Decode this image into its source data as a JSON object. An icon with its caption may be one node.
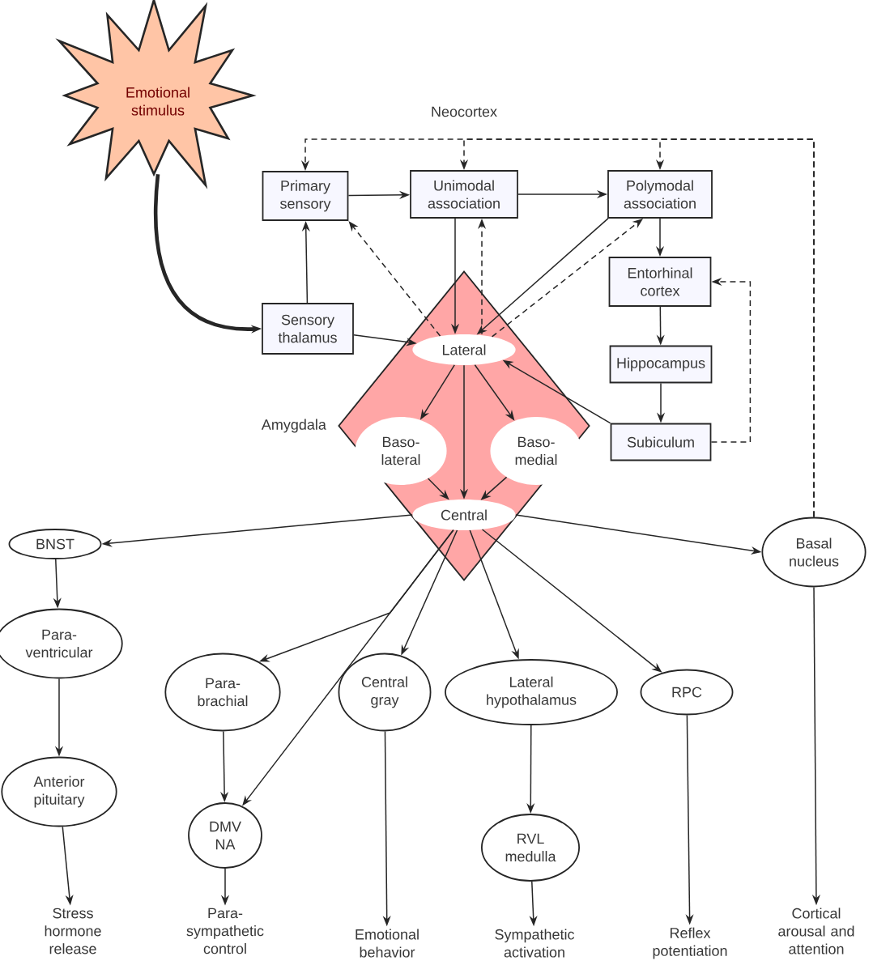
{
  "diagram": {
    "nodes": [
      {
        "text": [
          "Emotional stimulus"
        ]
      },
      {
        "text": [
          "Primary sensory"
        ]
      },
      {
        "text": [
          "Unimodal association"
        ]
      },
      {
        "text": [
          "Polymodal association"
        ]
      },
      {
        "text": [
          "Entorhinal cortex"
        ]
      },
      {
        "text": [
          "Sensory thalamus"
        ]
      },
      {
        "text": [
          "Hippocampus"
        ]
      },
      {
        "text": [
          "Amygdala"
        ]
      },
      {
        "text": [
          "Lateral"
        ],
        "in": 7
      },
      {
        "text": [
          "Baso- lateral"
        ],
        "in": 7
      },
      {
        "text": [
          "Baso- medial"
        ],
        "in": 7
      },
      {
        "text": [
          "Subiculum"
        ]
      },
      {
        "text": [
          "Central"
        ],
        "in": 7
      },
      {
        "text": [
          "BNST"
        ]
      },
      {
        "text": [
          "Basal nucleus"
        ]
      },
      {
        "text": [
          "Para- ventricular"
        ]
      },
      {
        "text": [
          "Para- brachial"
        ]
      },
      {
        "text": [
          "Central gray"
        ]
      },
      {
        "text": [
          "Lateral hypothalamus"
        ]
      },
      {
        "text": [
          "RPC"
        ]
      },
      {
        "text": [
          "Anterior pituitary"
        ]
      },
      {
        "text": [
          "DMV NA"
        ]
      },
      {
        "text": [
          "RVL medulla"
        ]
      },
      {
        "text": [
          "Stress hormone release"
        ]
      },
      {
        "text": [
          "Para- sympathetic control"
        ]
      },
      {
        "text": [
          "Emotional behavior"
        ]
      },
      {
        "text": [
          "Sympathetic activation"
        ]
      },
      {
        "text": [
          "Reflex potentiation"
        ]
      },
      {
        "text": [
          "Cortical arousal and attention"
        ]
      }
    ],
    "edges": [
      {
        "from": 0,
        "to": 5,
        "arrow": "to",
        "style": "thick"
      },
      {
        "from": 5,
        "to": 1,
        "arrow": "to"
      },
      {
        "from": 1,
        "to": 2,
        "arrow": "to"
      },
      {
        "from": 2,
        "to": 3,
        "arrow": "to"
      },
      {
        "from": 5,
        "to": 8,
        "arrow": "to"
      },
      {
        "from": 2,
        "to": 8,
        "arrow": "to"
      },
      {
        "from": 8,
        "to": 2,
        "arrow": "to",
        "style": "dashed"
      },
      {
        "from": 8,
        "to": 1,
        "arrow": "to",
        "style": "dashed"
      },
      {
        "from": 3,
        "to": 8,
        "arrow": "to"
      },
      {
        "from": 8,
        "to": 3,
        "arrow": "to",
        "style": "dashed"
      },
      {
        "from": 3,
        "to": 4,
        "arrow": "to"
      },
      {
        "from": 4,
        "to": 6,
        "arrow": "to"
      },
      {
        "from": 6,
        "to": 11,
        "arrow": "to"
      },
      {
        "from": 11,
        "to": 8,
        "arrow": "to"
      },
      {
        "from": 11,
        "to": 4,
        "arrow": "to",
        "style": "dashed"
      },
      {
        "from": 14,
        "to": 1,
        "arrow": "to",
        "style": "dashed"
      },
      {
        "from": 14,
        "to": 2,
        "arrow": "to",
        "style": "dashed"
      },
      {
        "from": 14,
        "to": 3,
        "arrow": "to",
        "style": "dashed"
      },
      {
        "from": 8,
        "to": 9,
        "arrow": "to"
      },
      {
        "from": 8,
        "to": 12,
        "arrow": "to"
      },
      {
        "from": 8,
        "to": 10,
        "arrow": "to"
      },
      {
        "from": 9,
        "to": 12,
        "arrow": "to"
      },
      {
        "from": 10,
        "to": 12,
        "arrow": "to"
      },
      {
        "from": 12,
        "to": 13,
        "arrow": "to"
      },
      {
        "from": 12,
        "to": 14,
        "arrow": "to"
      },
      {
        "from": 12,
        "to": 16,
        "arrow": "to"
      },
      {
        "from": 12,
        "to": 21,
        "arrow": "to"
      },
      {
        "from": 12,
        "to": 17,
        "arrow": "to"
      },
      {
        "from": 12,
        "to": 18,
        "arrow": "to"
      },
      {
        "from": 12,
        "to": 19,
        "arrow": "to"
      },
      {
        "from": 13,
        "to": 15,
        "arrow": "to"
      },
      {
        "from": 15,
        "to": 20,
        "arrow": "to"
      },
      {
        "from": 20,
        "to": 23,
        "arrow": "to"
      },
      {
        "from": 16,
        "to": 21,
        "arrow": "to"
      },
      {
        "from": 21,
        "to": 24,
        "arrow": "to"
      },
      {
        "from": 17,
        "to": 25,
        "arrow": "to"
      },
      {
        "from": 18,
        "to": 22,
        "arrow": "to"
      },
      {
        "from": 22,
        "to": 26,
        "arrow": "to"
      },
      {
        "from": 19,
        "to": 27,
        "arrow": "to"
      },
      {
        "from": 14,
        "to": 28,
        "arrow": "to"
      }
    ],
    "labels": [
      "Neocortex"
    ]
  }
}
